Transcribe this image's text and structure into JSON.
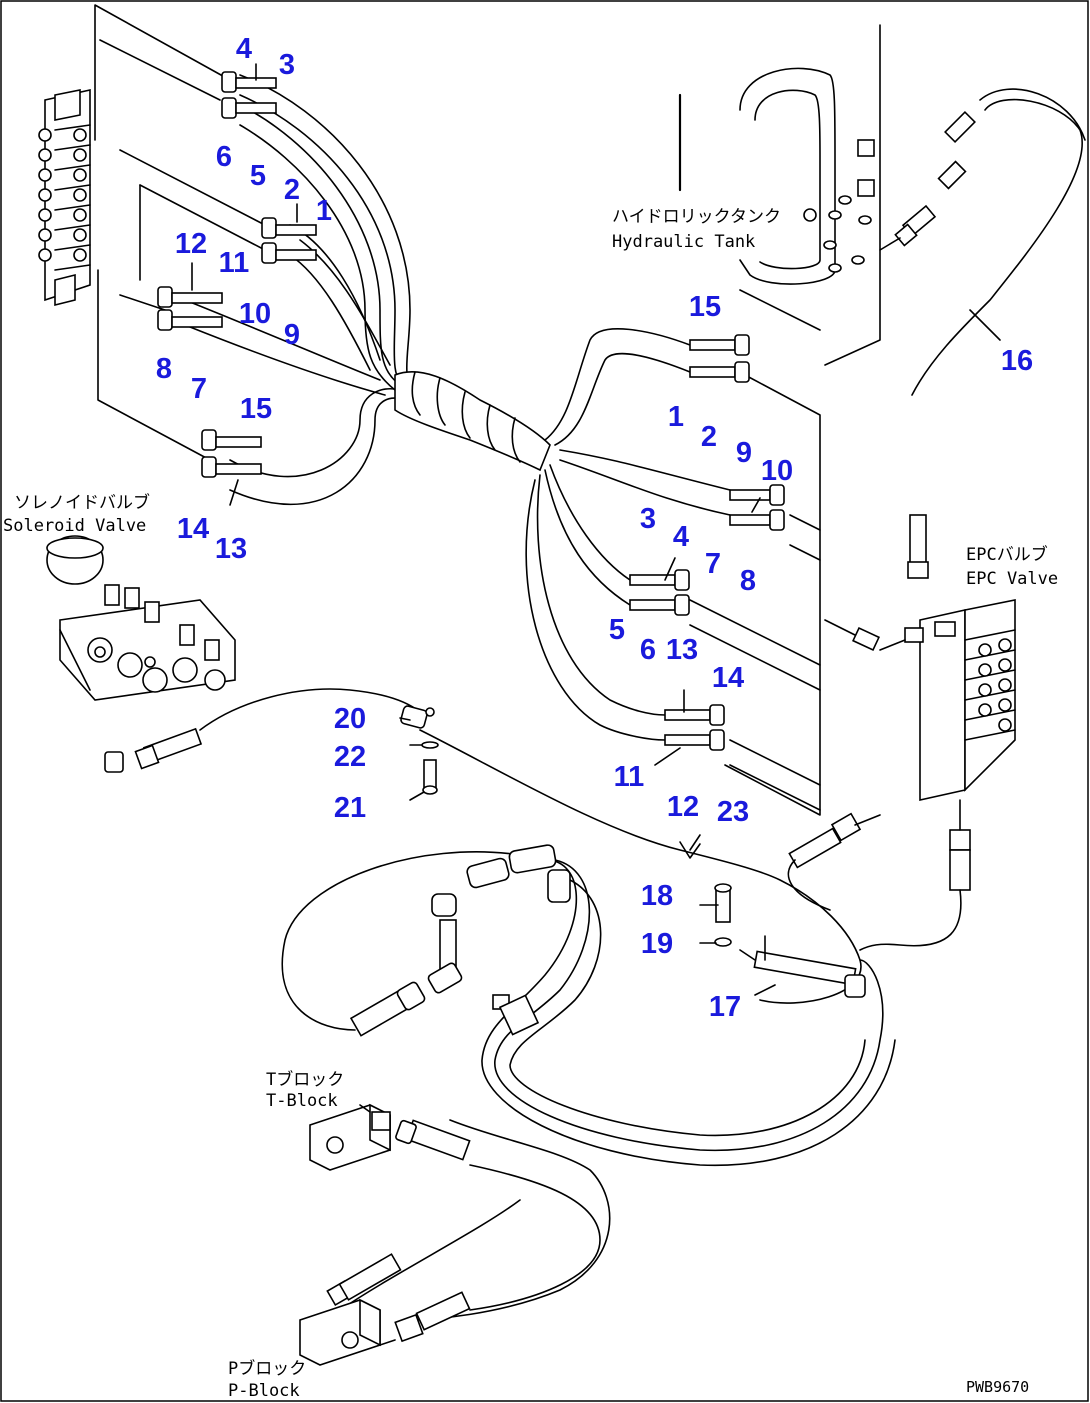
{
  "drawing_code": "PWB9670",
  "components": {
    "hydraulic_tank": {
      "jp": "ハイドロリックタンク",
      "en": "Hydraulic Tank"
    },
    "solenoid_valve": {
      "jp": "ソレノイドバルブ",
      "en": "Soleroid Valve"
    },
    "epc_valve": {
      "jp": "EPCバルブ",
      "en": "EPC Valve"
    },
    "t_block": {
      "jp": "Tブロック",
      "en": "T-Block"
    },
    "p_block": {
      "jp": "Pブロック",
      "en": "P-Block"
    }
  },
  "callouts": [
    "4",
    "3",
    "6",
    "5",
    "2",
    "1",
    "12",
    "11",
    "10",
    "9",
    "8",
    "7",
    "15",
    "14",
    "13",
    "15",
    "1",
    "2",
    "9",
    "10",
    "7",
    "8",
    "3",
    "4",
    "5",
    "6",
    "13",
    "14",
    "11",
    "12",
    "16",
    "20",
    "22",
    "21",
    "23",
    "18",
    "19",
    "17"
  ]
}
